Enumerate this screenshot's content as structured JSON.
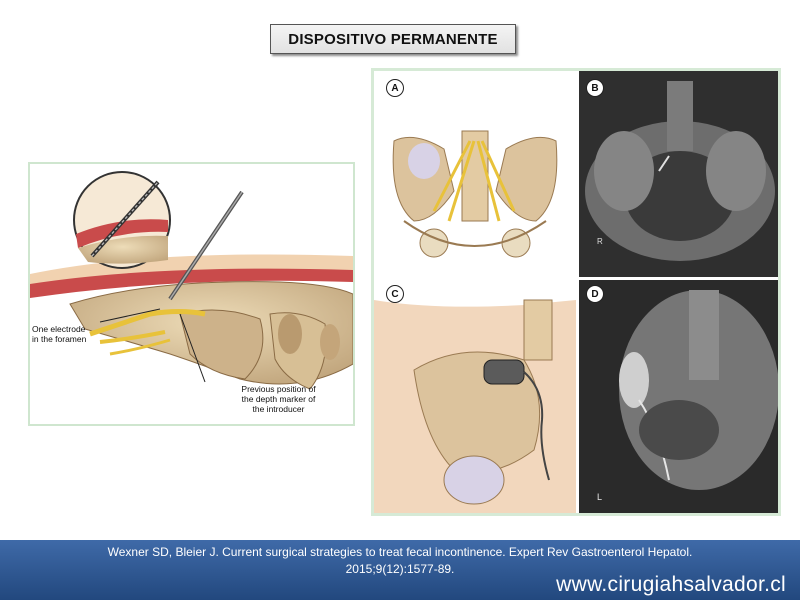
{
  "slide": {
    "title": "DISPOSITIVO PERMANENTE"
  },
  "left_figure": {
    "annotation_electrode": "One electrode\nin the foramen",
    "annotation_marker": "Previous position of\nthe depth marker of\nthe introducer"
  },
  "right_figure": {
    "panels": [
      {
        "letter": "A"
      },
      {
        "letter": "B"
      },
      {
        "letter": "C"
      },
      {
        "letter": "D"
      }
    ],
    "xray_b_marker": "R",
    "xray_d_marker": "L"
  },
  "footer": {
    "citation_line1": "Wexner SD, Bleier J. Current surgical strategies to treat fecal incontinence. Expert Rev Gastroenterol Hepatol.",
    "citation_line2": "2015;9(12):1577-89.",
    "website": "www.cirugiahsalvador.cl"
  },
  "colors": {
    "footer_bg": "#2d5592",
    "frame_green": "#d6ead6",
    "bone": "#d8c19a",
    "nerve": "#e8c23a"
  }
}
